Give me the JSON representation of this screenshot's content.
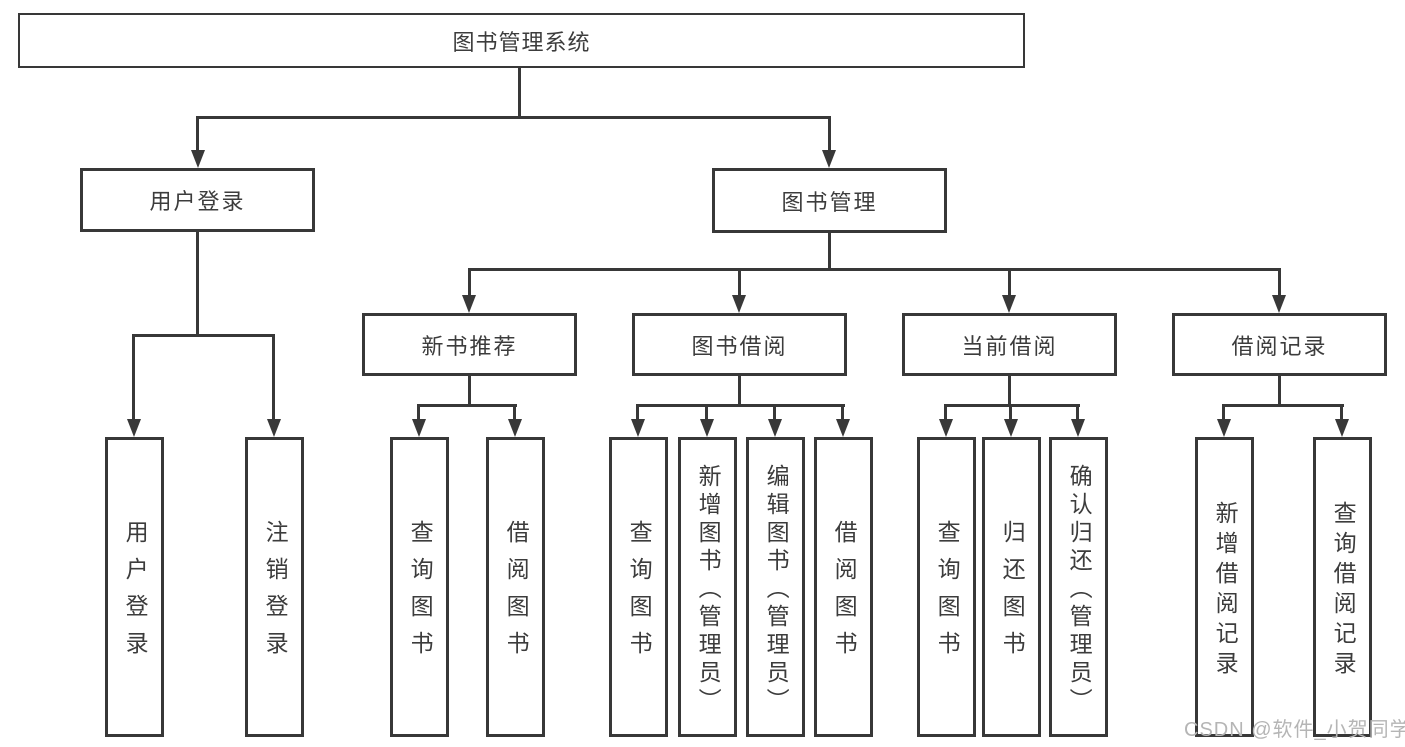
{
  "diagram_type": "hierarchy-tree",
  "tree": {
    "root": {
      "label": "图书管理系统"
    },
    "branches": [
      {
        "label": "用户登录",
        "children": [
          {
            "label": "用户登录"
          },
          {
            "label": "注销登录"
          }
        ]
      },
      {
        "label": "图书管理",
        "children": [
          {
            "label": "新书推荐",
            "children": [
              {
                "label": "查询图书"
              },
              {
                "label": "借阅图书"
              }
            ]
          },
          {
            "label": "图书借阅",
            "children": [
              {
                "label": "查询图书"
              },
              {
                "label": "新增图书（管理员）"
              },
              {
                "label": "编辑图书（管理员）"
              },
              {
                "label": "借阅图书"
              }
            ]
          },
          {
            "label": "当前借阅",
            "children": [
              {
                "label": "查询图书"
              },
              {
                "label": "归还图书"
              },
              {
                "label": "确认归还（管理员）"
              }
            ]
          },
          {
            "label": "借阅记录",
            "children": [
              {
                "label": "新增借阅记录"
              },
              {
                "label": "查询借阅记录"
              }
            ]
          }
        ]
      }
    ]
  },
  "watermark": {
    "text": "CSDN @软件_小贺同学"
  },
  "colors": {
    "line": "#383838",
    "text": "#3c3c3c",
    "watermark": "#b5b5b5",
    "background": "#ffffff"
  }
}
